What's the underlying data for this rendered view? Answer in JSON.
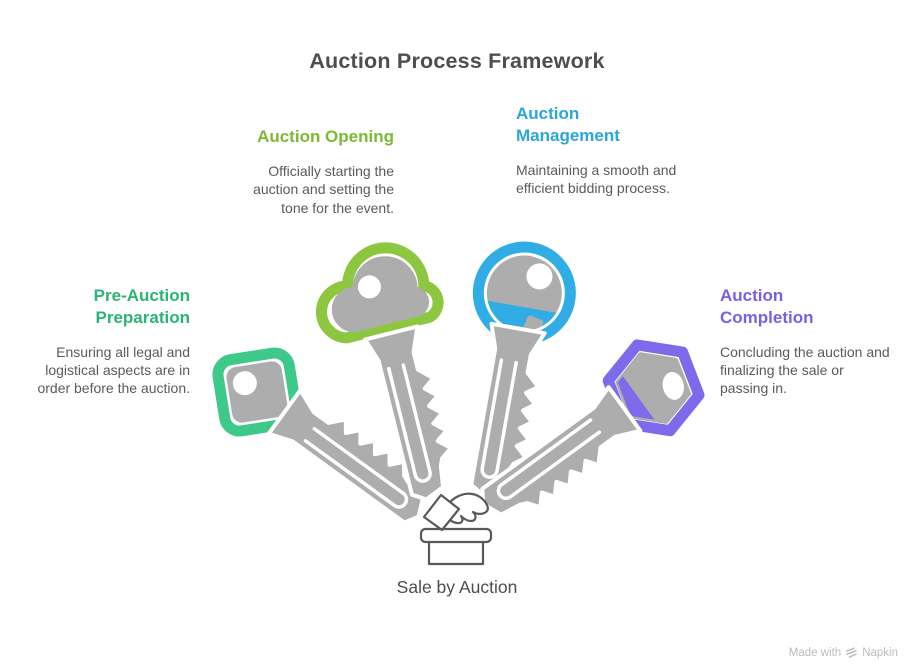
{
  "title": "Auction Process Framework",
  "steps": [
    {
      "heading": "Pre-Auction Preparation",
      "body": "Ensuring all legal and logistical aspects are in order before the auction.",
      "heading_color": "#29b576",
      "ring_color": "#3cc98a"
    },
    {
      "heading": "Auction Opening",
      "body": "Officially starting the auction and setting the tone for the event.",
      "heading_color": "#7cba35",
      "ring_color": "#8dc63f"
    },
    {
      "heading": "Auction Management",
      "body": "Maintaining a smooth and efficient bidding process.",
      "heading_color": "#2ba6db",
      "ring_color": "#2fade4"
    },
    {
      "heading": "Auction Completion",
      "body": "Concluding the auction and finalizing the sale or passing in.",
      "heading_color": "#7a5fe6",
      "ring_color": "#7d6bec"
    }
  ],
  "center_label": "Sale by Auction",
  "watermark": {
    "prefix": "Made with",
    "brand": "Napkin"
  },
  "colors": {
    "key_gray": "#adadad",
    "icon_stroke": "#58595b",
    "watermark_gray": "#bdbdbd"
  }
}
